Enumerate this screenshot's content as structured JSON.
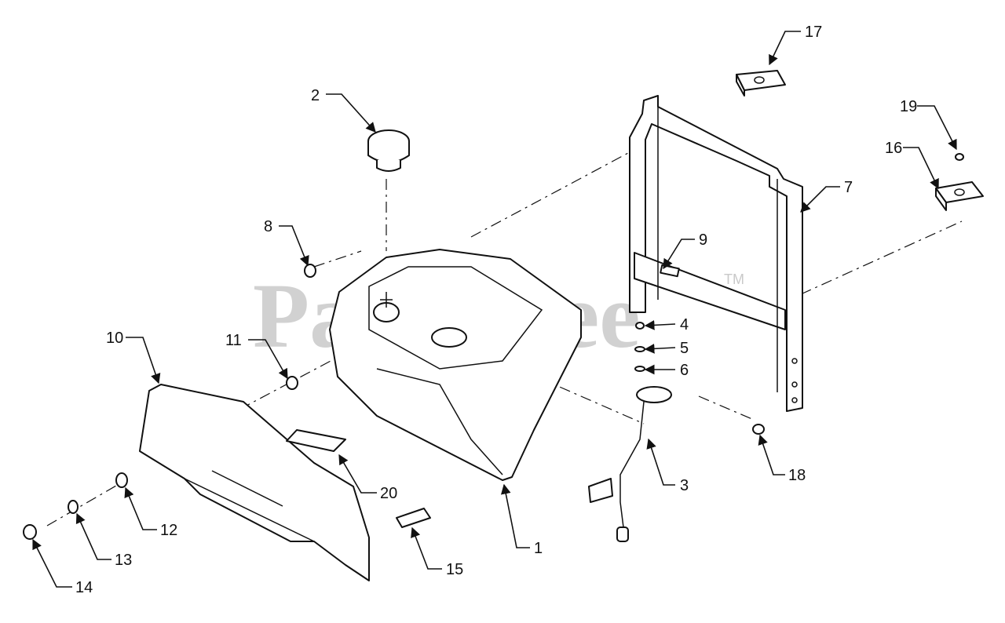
{
  "watermark": {
    "text": "PartsTree",
    "mark": "TM"
  },
  "callouts": {
    "c1": "1",
    "c2": "2",
    "c3": "3",
    "c4": "4",
    "c5": "5",
    "c6": "6",
    "c7": "7",
    "c8": "8",
    "c9": "9",
    "c10": "10",
    "c11": "11",
    "c12": "12",
    "c13": "13",
    "c14": "14",
    "c15": "15",
    "c16": "16",
    "c17": "17",
    "c18": "18",
    "c19": "19",
    "c20": "20"
  }
}
